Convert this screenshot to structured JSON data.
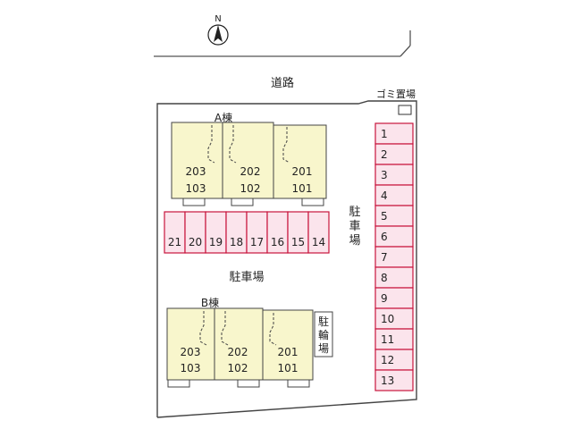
{
  "compass": {
    "north_label": "N"
  },
  "road_label": "道路",
  "garbage_label": "ゴミ置場",
  "building_a": {
    "label": "A棟",
    "units": [
      {
        "upper": "203",
        "lower": "103"
      },
      {
        "upper": "202",
        "lower": "102"
      },
      {
        "upper": "201",
        "lower": "101"
      }
    ]
  },
  "building_b": {
    "label": "B棟",
    "units": [
      {
        "upper": "203",
        "lower": "103"
      },
      {
        "upper": "202",
        "lower": "102"
      },
      {
        "upper": "201",
        "lower": "101"
      }
    ]
  },
  "parking_center_label": "駐車場",
  "parking_right_label": [
    "駐",
    "車",
    "場"
  ],
  "bicycle_parking_label": [
    "駐",
    "輪",
    "場"
  ],
  "parking_row_spaces": [
    "21",
    "20",
    "19",
    "18",
    "17",
    "16",
    "15",
    "14"
  ],
  "parking_column_spaces": [
    "1",
    "2",
    "3",
    "4",
    "5",
    "6",
    "7",
    "8",
    "9",
    "10",
    "11",
    "12",
    "13"
  ],
  "colors": {
    "building_fill": "#f8f6cc",
    "parking_fill": "#fbe4ec",
    "parking_stroke": "#c8143c",
    "outline": "#444444"
  }
}
